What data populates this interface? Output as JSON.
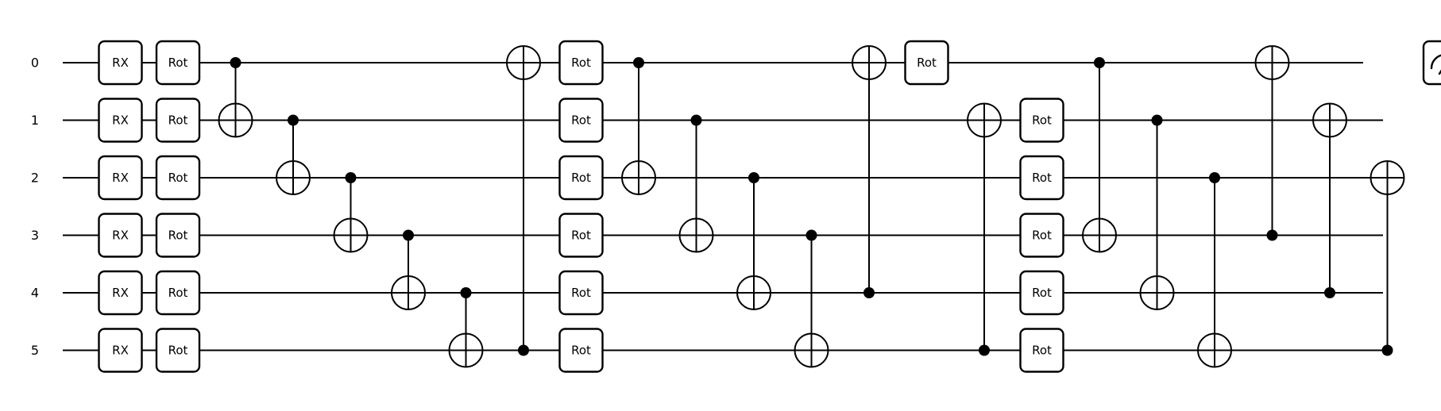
{
  "circuit": {
    "wire_labels": [
      "0",
      "1",
      "2",
      "3",
      "4",
      "5"
    ],
    "ops": [
      {
        "type": "gate",
        "label": "RX",
        "wires": [
          0,
          1,
          2,
          3,
          4,
          5
        ],
        "col": 0
      },
      {
        "type": "gate",
        "label": "Rot",
        "wires": [
          0,
          1,
          2,
          3,
          4,
          5
        ],
        "col": 1
      },
      {
        "type": "cnot",
        "control": 0,
        "target": 1,
        "col": 2
      },
      {
        "type": "cnot",
        "control": 1,
        "target": 2,
        "col": 3
      },
      {
        "type": "cnot",
        "control": 2,
        "target": 3,
        "col": 4
      },
      {
        "type": "cnot",
        "control": 3,
        "target": 4,
        "col": 5
      },
      {
        "type": "cnot",
        "control": 4,
        "target": 5,
        "col": 6
      },
      {
        "type": "cnot",
        "control": 5,
        "target": 0,
        "col": 7
      },
      {
        "type": "gate",
        "label": "Rot",
        "wires": [
          0,
          1,
          2,
          3,
          4,
          5
        ],
        "col": 8
      },
      {
        "type": "cnot",
        "control": 0,
        "target": 2,
        "col": 9
      },
      {
        "type": "cnot",
        "control": 1,
        "target": 3,
        "col": 10
      },
      {
        "type": "cnot",
        "control": 2,
        "target": 4,
        "col": 11
      },
      {
        "type": "cnot",
        "control": 3,
        "target": 5,
        "col": 12
      },
      {
        "type": "cnot",
        "control": 4,
        "target": 0,
        "col": 13
      },
      {
        "type": "gate",
        "label": "Rot",
        "wires": [
          0
        ],
        "col": 14
      },
      {
        "type": "cnot",
        "control": 5,
        "target": 1,
        "col": 15
      },
      {
        "type": "gate",
        "label": "Rot",
        "wires": [
          1,
          2,
          3,
          4,
          5
        ],
        "col": 16
      },
      {
        "type": "cnot",
        "control": 0,
        "target": 3,
        "col": 17
      },
      {
        "type": "cnot",
        "control": 1,
        "target": 4,
        "col": 18
      },
      {
        "type": "cnot",
        "control": 2,
        "target": 5,
        "col": 19
      },
      {
        "type": "cnot",
        "control": 3,
        "target": 0,
        "col": 20
      },
      {
        "type": "cnot",
        "control": 4,
        "target": 1,
        "col": 21
      },
      {
        "type": "cnot",
        "control": 5,
        "target": 2,
        "col": 22
      },
      {
        "type": "measure",
        "wire": 0,
        "col": 23
      }
    ]
  }
}
